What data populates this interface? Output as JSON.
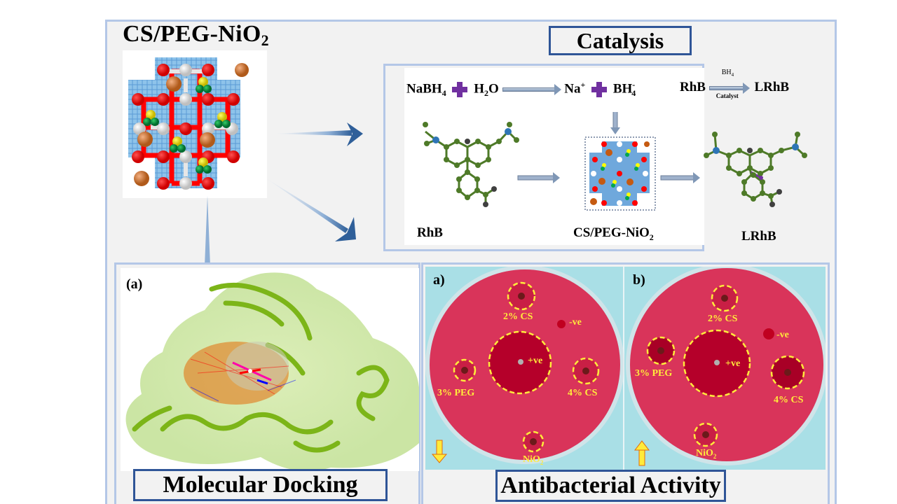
{
  "title": {
    "main": "CS/PEG-NiO",
    "main_sub": "2"
  },
  "sections": {
    "catalysis": "Catalysis",
    "molecular_docking": "Molecular Docking",
    "antibacterial": "Antibacterial Activity"
  },
  "catalysis": {
    "eq1": {
      "reactant1": "NaBH",
      "reactant1_sub": "4",
      "reactant2_a": "H",
      "reactant2_sub": "2",
      "reactant2_b": "O",
      "product1": "Na",
      "product1_sup": "+",
      "product2": "BH",
      "product2_sub": "4",
      "product2_sup": "-"
    },
    "eq2": {
      "reactant": "RhB",
      "above_arrow": "BH",
      "above_arrow_sub": "4",
      "above_arrow_sup": "–",
      "below_arrow": "Catalyst",
      "product": "LRhB"
    },
    "labels": {
      "rhb": "RhB",
      "catalyst": "CS/PEG-NiO",
      "catalyst_sub": "2",
      "lrhb": "LRhB"
    }
  },
  "docking": {
    "panel_letter": "(a)"
  },
  "antibacterial": {
    "plates": [
      {
        "panel_letter": "a)",
        "arrow_direction": "down",
        "wells": [
          "2% CS",
          "-ve",
          "+ve",
          "3% PEG",
          "4% CS",
          "NiO"
        ],
        "nio_sub": "2"
      },
      {
        "panel_letter": "b)",
        "arrow_direction": "up",
        "wells": [
          "2% CS",
          "-ve",
          "+ve",
          "3% PEG",
          "4% CS",
          "NiO"
        ],
        "nio_sub": "2"
      }
    ]
  },
  "colors": {
    "frame_border": "#b4c7e7",
    "caption_border": "#2f5597",
    "plus_sign": "#7030a0",
    "plate_label": "#ffeb3b",
    "agar": "#d9345a",
    "inhibition_zone": "#b5002a",
    "protein": "#8cc63f"
  }
}
